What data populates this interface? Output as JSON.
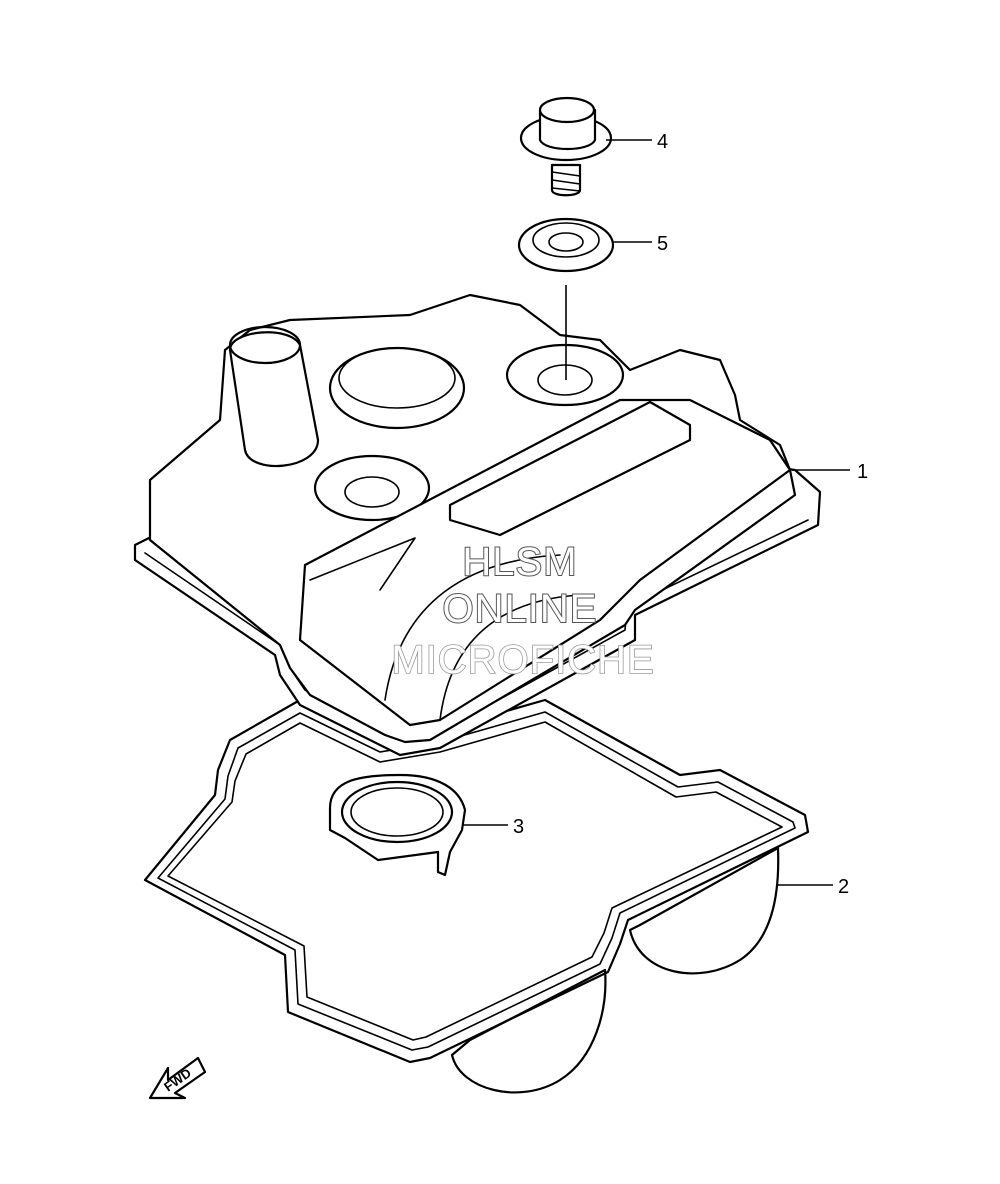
{
  "callouts": [
    {
      "id": "1",
      "label": "1"
    },
    {
      "id": "2",
      "label": "2"
    },
    {
      "id": "3",
      "label": "3"
    },
    {
      "id": "4",
      "label": "4"
    },
    {
      "id": "5",
      "label": "5"
    }
  ],
  "watermark": {
    "line1": "HLSM",
    "line2": "ONLINE",
    "line3": "MICROFICHE"
  },
  "direction_arrow": {
    "label": "FWD",
    "icon": "fwd-arrow-icon"
  }
}
